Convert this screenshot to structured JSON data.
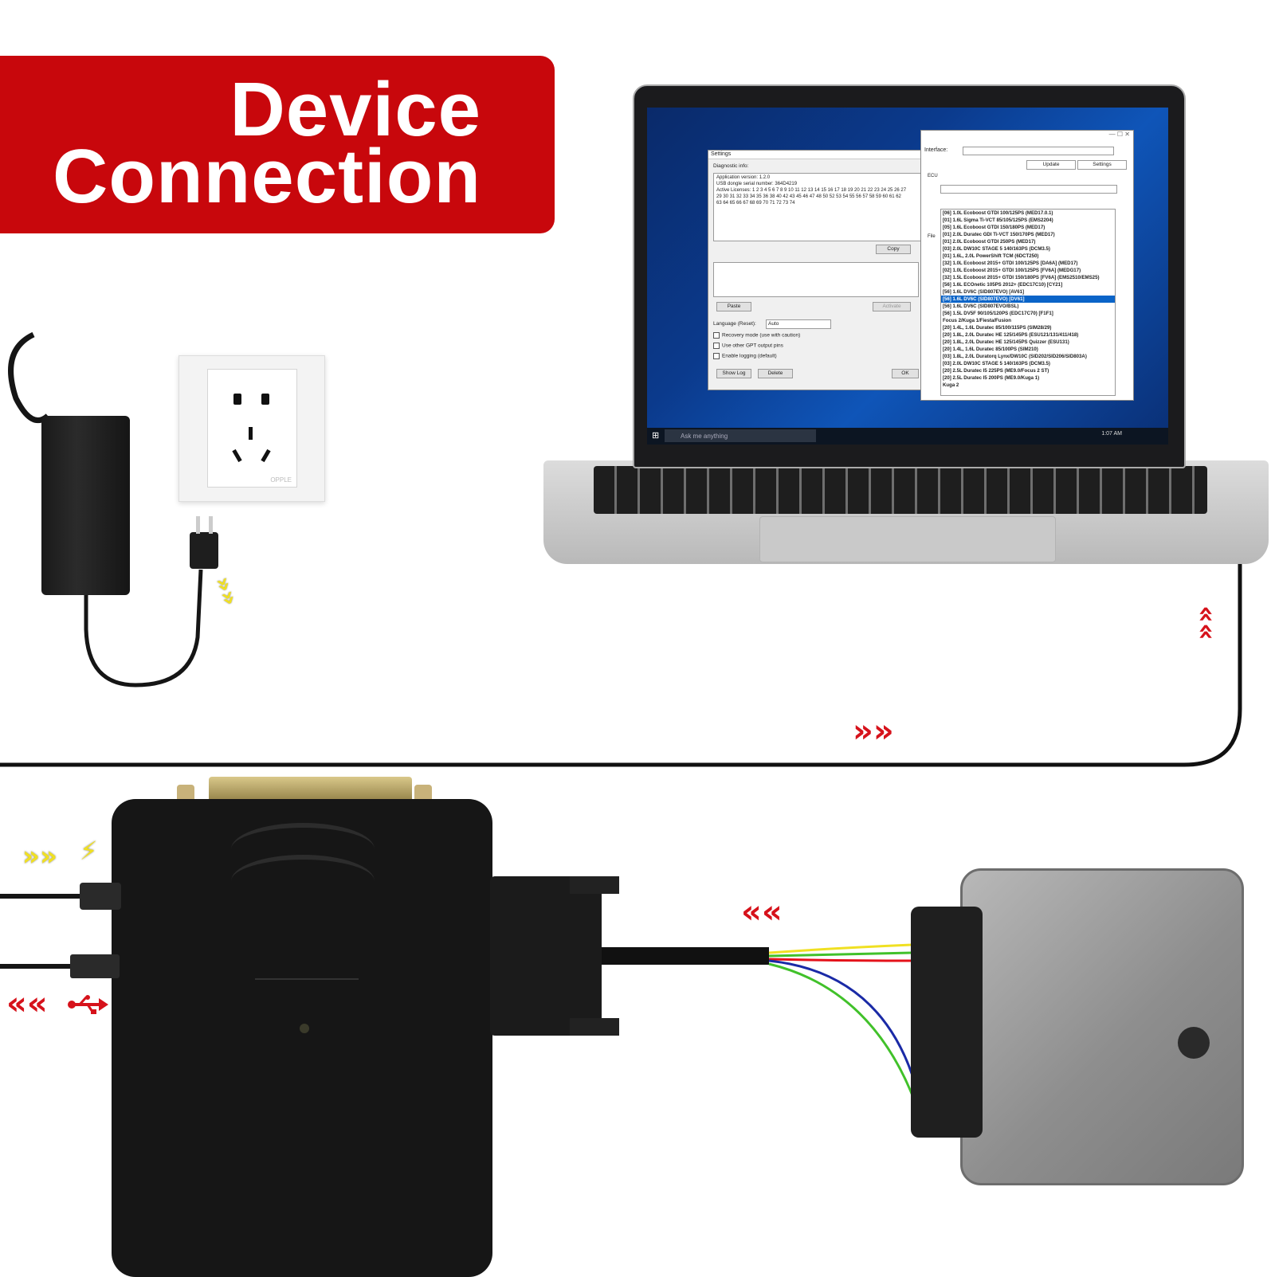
{
  "banner": {
    "line1": "Device",
    "line2": "Connection",
    "bg_color": "#c8070c"
  },
  "settings_window": {
    "title": "Settings",
    "diag_label": "Diagnostic info:",
    "diag_text": "Application version: 1.2.0\nUSB dongle serial number: 364D4219\nActive Licenses: 1 2 3 4 5 6 7 8 9 10 11 12 13 14 15 16 17 18 19 20 21 22 23 24 25 26 27\n29 30 31 32 33 34 35 36 38 40 42 43 45 46 47 48 50 52 53 54 55 56 57 58 59 60 61 62\n63 64 65 66 67 68 69 70 71 72 73 74",
    "copy_label": "Copy",
    "paste_label": "Paste",
    "activate_label": "Activate",
    "language_label": "Language (Reset):",
    "language_value": "Auto",
    "recovery_label": "Recovery mode (use with caution)",
    "gpt_label": "Use other GPT output pins",
    "logging_label": "Enable logging (default)",
    "show_log_label": "Show Log",
    "delete_label": "Delete",
    "ok_label": "OK"
  },
  "main_window": {
    "interface_label": "Interface:",
    "update_label": "Update",
    "settings_label": "Settings",
    "ecu_label": "ECU",
    "file_label": "File",
    "ecu_items": [
      "[06] 1.0L Ecoboost GTDI 100/125PS (MED17.0.1)",
      "[01] 1.6L Sigma Ti-VCT 85/105/125PS (EMS2204)",
      "[05] 1.6L Ecoboost GTDI 150/180PS (MED17)",
      "[01] 2.0L Duratec GDI Ti-VCT 150/170PS (MED17)",
      "[01] 2.0L Ecoboost GTDI 250PS (MED17)",
      "[03] 2.0L DW10C STAGE 5 140/163PS (DCM3.5)",
      "[01] 1.6L, 2.0L PowerShift TCM (6DCT250)",
      "[32] 1.0L Ecoboost 2015+ GTDI 100/125PS [DA6A] (MED17)",
      "[02] 1.0L Ecoboost 2015+ GTDI 100/125PS [FV6A] (MEDG17)",
      "[32] 1.5L Ecoboost 2015+ GTDI 150/180PS [FV6A] (EMS2510/EMS25)",
      "[56] 1.6L ECOnetic 105PS 2012+ (EDC17C10) [CY21]",
      "[56] 1.6L DV6C (SID807EVO) [AV61]",
      "[56] 1.6L DV6C (SID807EVO) [DV61]",
      "[56] 1.6L DV6C (SID807EVO/BSL)",
      "[56] 1.5L DV5F 90/105/120PS (EDC17C70) [F1F1]",
      "Focus 2/Kuga 1/Fiesta/Fusion",
      "[20] 1.4L, 1.6L Duratec 85/100/115PS (SIM28/29)",
      "[20] 1.8L, 2.0L Duratec HE 125/145PS (ESU121/131/411/418)",
      "[20] 1.8L, 2.0L Duratec HE 125/145PS Quizzer (ESU131)",
      "[20] 1.4L, 1.6L Duratec 85/100PS (SIM210)",
      "[03] 1.8L, 2.0L Duratorq Lynx/DW10C (SID202/SID206/SID803A)",
      "[03] 2.0L DW10C STAGE 5 140/163PS (DCM3.5)",
      "[20] 2.5L Duratec I5 225PS (ME9.0/Focus 2 ST)",
      "[20] 2.5L Duratec I5 200PS (ME9.0/Kuga 1)",
      "Kuga 2"
    ],
    "selected_index": 12
  },
  "taskbar": {
    "search_placeholder": "Ask me anything",
    "time": "1:07 AM"
  },
  "outlet_brand": "OPPLE",
  "colors": {
    "arrow_red": "#d6121b",
    "arrow_yellow": "#f0e022"
  },
  "icons": [
    "lightning-icon",
    "usb-icon",
    "chevron-arrows-icon"
  ]
}
